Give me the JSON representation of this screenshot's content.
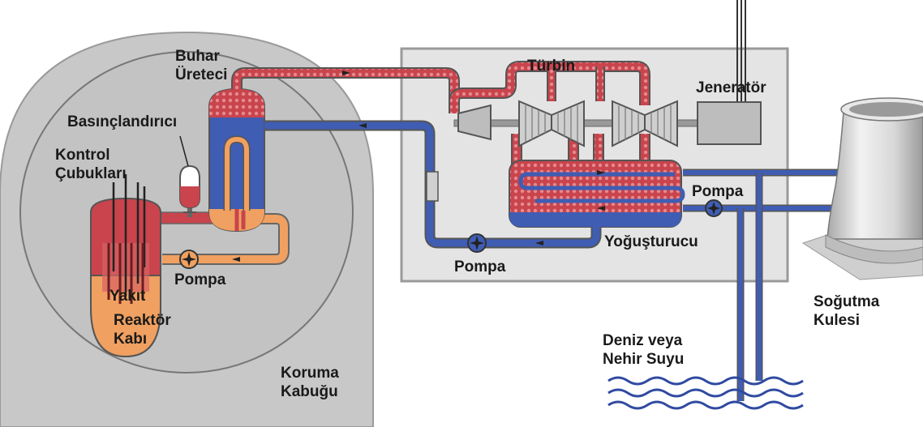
{
  "labels": {
    "buhar_ureteci": [
      "Buhar",
      "Üreteci"
    ],
    "basinclandirici": "Basınçlandırıcı",
    "kontrol_cubuklari": [
      "Kontrol",
      "Çubukları"
    ],
    "yakit": "Yakıt",
    "reaktor_kabi": [
      "Reaktör",
      "Kabı"
    ],
    "pompa_primary": "Pompa",
    "koruma_kabugu": [
      "Koruma",
      "Kabuğu"
    ],
    "turbin": "Türbin",
    "jenerator": "Jeneratör",
    "pompa_secondary": "Pompa",
    "yogusturucu": "Yoğuşturucu",
    "pompa_cooling": "Pompa",
    "sogutma_kulesi": [
      "Soğutma",
      "Kulesi"
    ],
    "deniz_nehir": [
      "Deniz veya",
      "Nehir Suyu"
    ]
  },
  "colors": {
    "hot_water": "#c9444c",
    "hot_dots": "#e37b82",
    "cool_water": "#3f5db3",
    "primary_loop_cool": "#f0a060",
    "containment_gray": "#c8c8c8",
    "outline": "#555555"
  }
}
